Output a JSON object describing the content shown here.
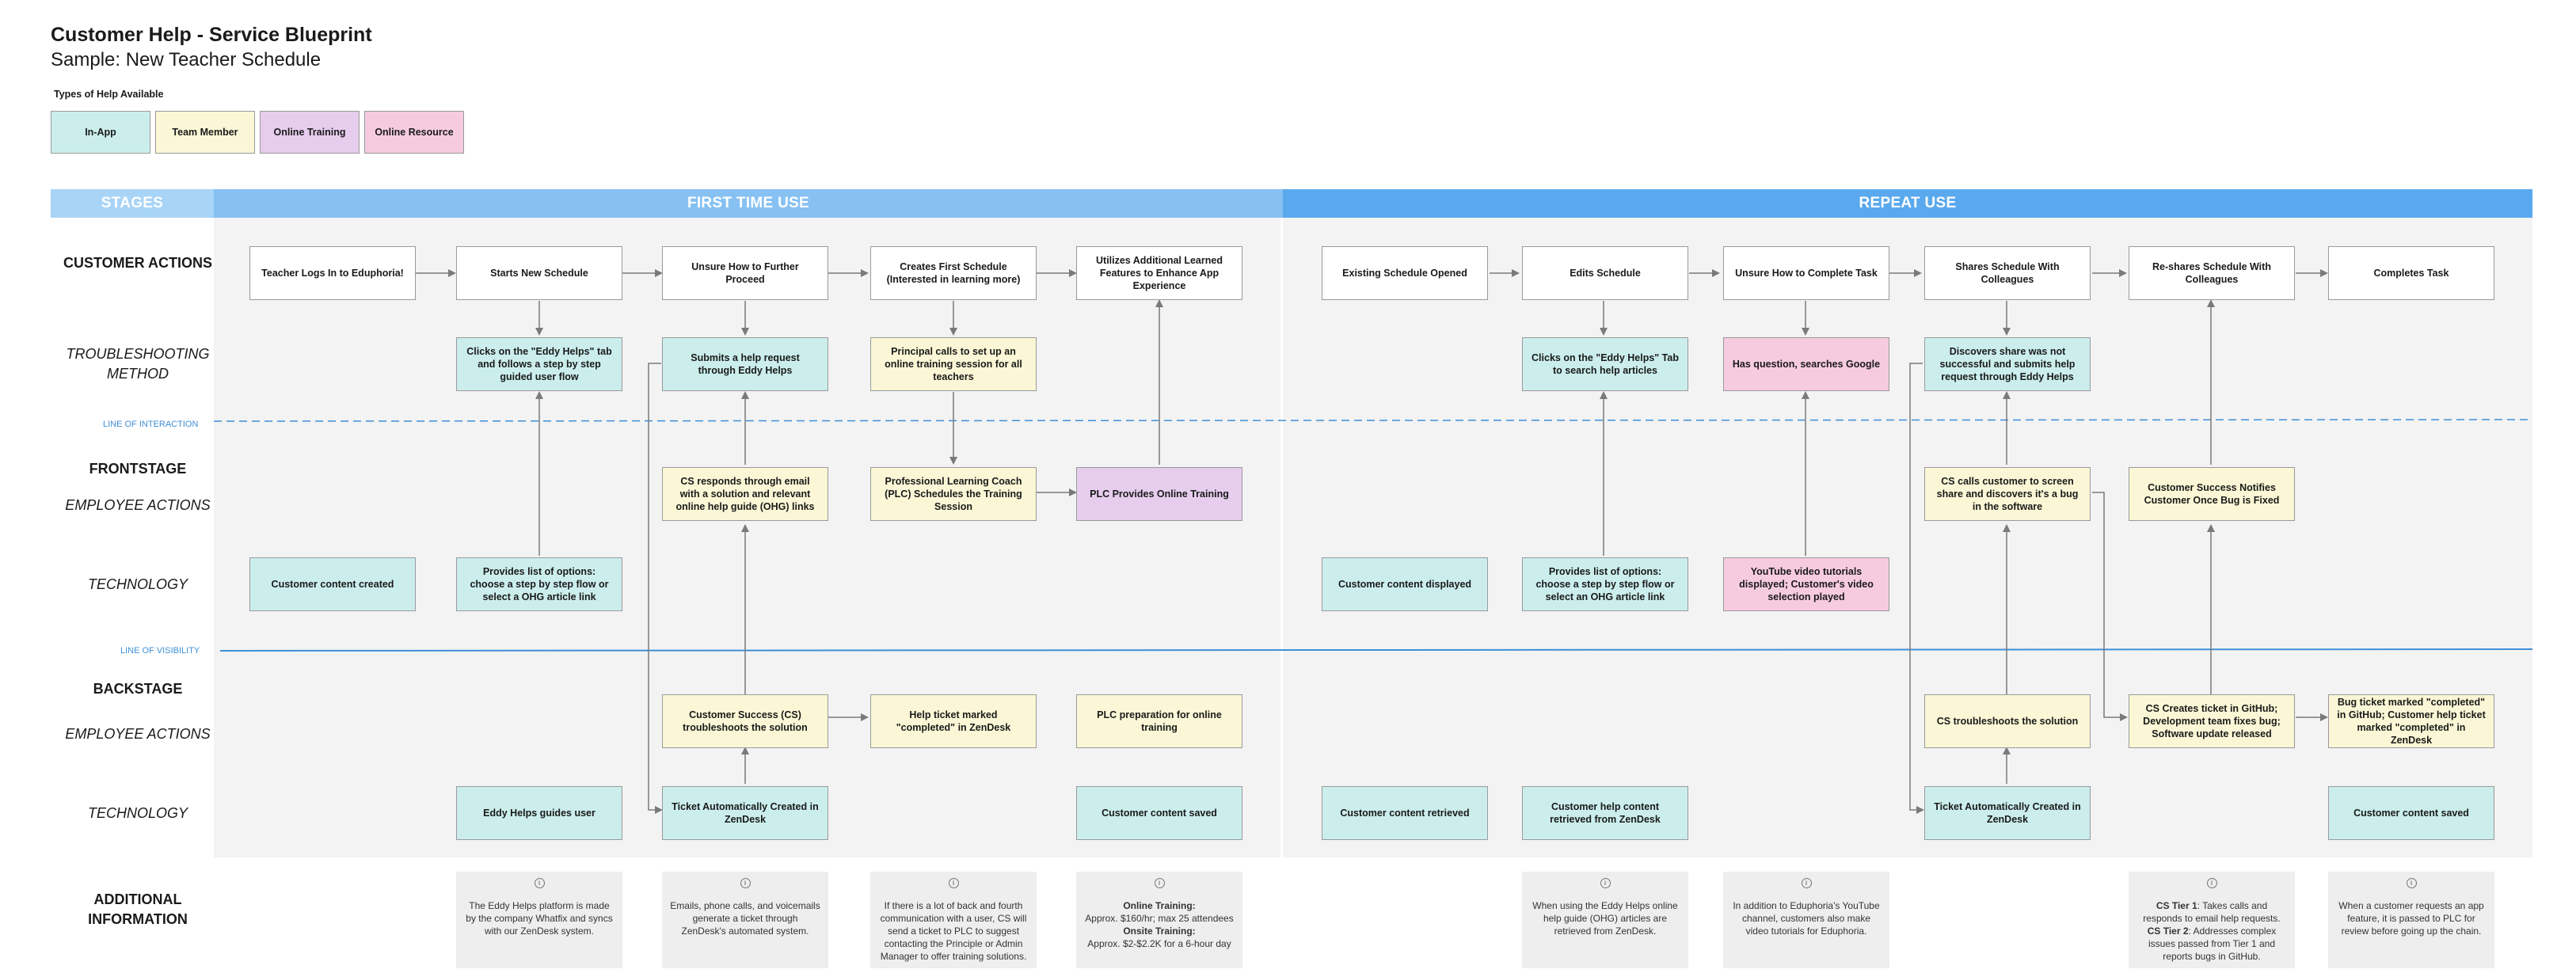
{
  "header": {
    "title": "Customer Help - Service Blueprint",
    "subtitle": "Sample: New Teacher Schedule"
  },
  "legend": {
    "title": "Types of Help Available",
    "items": [
      {
        "label": "In-App",
        "color": "#cbeeed"
      },
      {
        "label": "Team Member",
        "color": "#fbf7d6"
      },
      {
        "label": "Online Training",
        "color": "#e6cdee"
      },
      {
        "label": "Online Resource",
        "color": "#f6cbe0"
      }
    ]
  },
  "stages": {
    "label": "STAGES",
    "first": "FIRST TIME USE",
    "repeat": "REPEAT USE"
  },
  "rows": {
    "customer_actions": "CUSTOMER ACTIONS",
    "troubleshooting": "TROUBLESHOOTING METHOD",
    "frontstage": "FRONTSTAGE",
    "frontstage_employee": "EMPLOYEE ACTIONS",
    "frontstage_tech": "TECHNOLOGY",
    "backstage": "BACKSTAGE",
    "backstage_employee": "EMPLOYEE ACTIONS",
    "backstage_tech": "TECHNOLOGY",
    "additional": "ADDITIONAL INFORMATION"
  },
  "lines": {
    "interaction": "LINE OF INTERACTION",
    "visibility": "LINE OF VISIBILITY"
  },
  "colors": {
    "stage_label": "#a8d4f7",
    "first_time": "#86c1f2",
    "repeat": "#5aa9ee",
    "line": "#3f8fd8"
  },
  "cards": {
    "a1": "Teacher Logs In to Eduphoria!",
    "a2": "Starts New Schedule",
    "a3": "Unsure How to Further Proceed",
    "a4": "Creates First Schedule (Interested in learning more)",
    "a5": "Utilizes Additional Learned Features to Enhance App Experience",
    "a6": "Existing Schedule Opened",
    "a7": "Edits Schedule",
    "a8": "Unsure How to Complete Task",
    "a9": "Shares Schedule With Colleagues",
    "a10": "Re-shares Schedule With Colleagues",
    "a11": "Completes Task",
    "t2": "Clicks on the \"Eddy Helps\" tab and follows a step by step guided user flow",
    "t3": "Submits a help request through Eddy Helps",
    "t4": "Principal calls to set up an online training session for all teachers",
    "t7": "Clicks on the \"Eddy Helps\" Tab to search help articles",
    "t8": "Has question, searches Google",
    "t9": "Discovers share was not successful and submits help request through Eddy Helps",
    "fe3": "CS responds through email with a solution and relevant online help guide (OHG) links",
    "fe4": "Professional Learning Coach (PLC) Schedules the Training Session",
    "fe5": "PLC Provides Online Training",
    "fe9": "CS calls customer to screen share and discovers it's a bug in the software",
    "fe10": "Customer Success Notifies Customer Once Bug is Fixed",
    "ft1": "Customer content created",
    "ft2": "Provides list of options: choose a step by step flow or select a OHG article link",
    "ft6": "Customer content displayed",
    "ft7": "Provides list of options: choose a step by step flow or select an OHG article link",
    "ft8": "YouTube video tutorials displayed; Customer's video selection played",
    "be3": "Customer Success (CS) troubleshoots the solution",
    "be4": "Help ticket marked \"completed\" in ZenDesk",
    "be5": "PLC preparation for online training",
    "be9": "CS troubleshoots the solution",
    "be10": "CS Creates ticket in GitHub; Development team fixes bug; Software update released",
    "be11": "Bug ticket marked \"completed\" in GitHub; Customer help ticket marked \"completed\" in ZenDesk",
    "bt2": "Eddy Helps guides user",
    "bt3": "Ticket Automatically Created in ZenDesk",
    "bt5": "Customer content saved",
    "bt6": "Customer content retrieved",
    "bt7": "Customer help content retrieved from ZenDesk",
    "bt9": "Ticket Automatically Created in ZenDesk",
    "bt11": "Customer content saved"
  },
  "notes": {
    "icon": "info-icon",
    "n2": "The Eddy Helps platform is made by the company Whatfix and syncs with our ZenDesk system.",
    "n3": "Emails, phone calls, and voicemails generate a ticket through ZenDesk's automated system.",
    "n4": "If there is a lot of back and fourth communication with a user, CS will send a ticket to PLC to suggest contacting the Principle or Admin Manager to offer training solutions.",
    "n5_title1": "Online Training:",
    "n5_line1": "Approx. $160/hr; max 25 attendees",
    "n5_title2": "Onsite Training:",
    "n5_line2": "Approx. $2-$2.2K for a 6-hour day",
    "n7": "When using the Eddy Helps online help guide (OHG) articles are retrieved from ZenDesk.",
    "n8": "In addition to Eduphoria's YouTube channel, customers also make video tutorials for Eduphoria.",
    "n10_t1": "CS Tier 1",
    "n10_l1": ": Takes calls and responds to email help requests.",
    "n10_t2": "CS Tier 2",
    "n10_l2": ": Addresses complex issues passed from Tier 1 and reports bugs in GitHub.",
    "n11": "When a customer requests an app feature, it is passed to PLC for review before going up the chain."
  }
}
